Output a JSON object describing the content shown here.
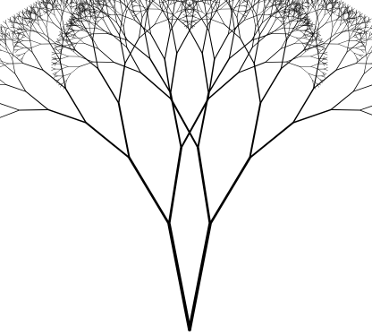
{
  "image": {
    "subject": "fractal-tree",
    "colors": {
      "background": "#ffffff",
      "stroke": "#000000"
    },
    "fractal": {
      "depth": 11,
      "branch_angle_deg": 20,
      "length_ratio": 0.72
    }
  }
}
